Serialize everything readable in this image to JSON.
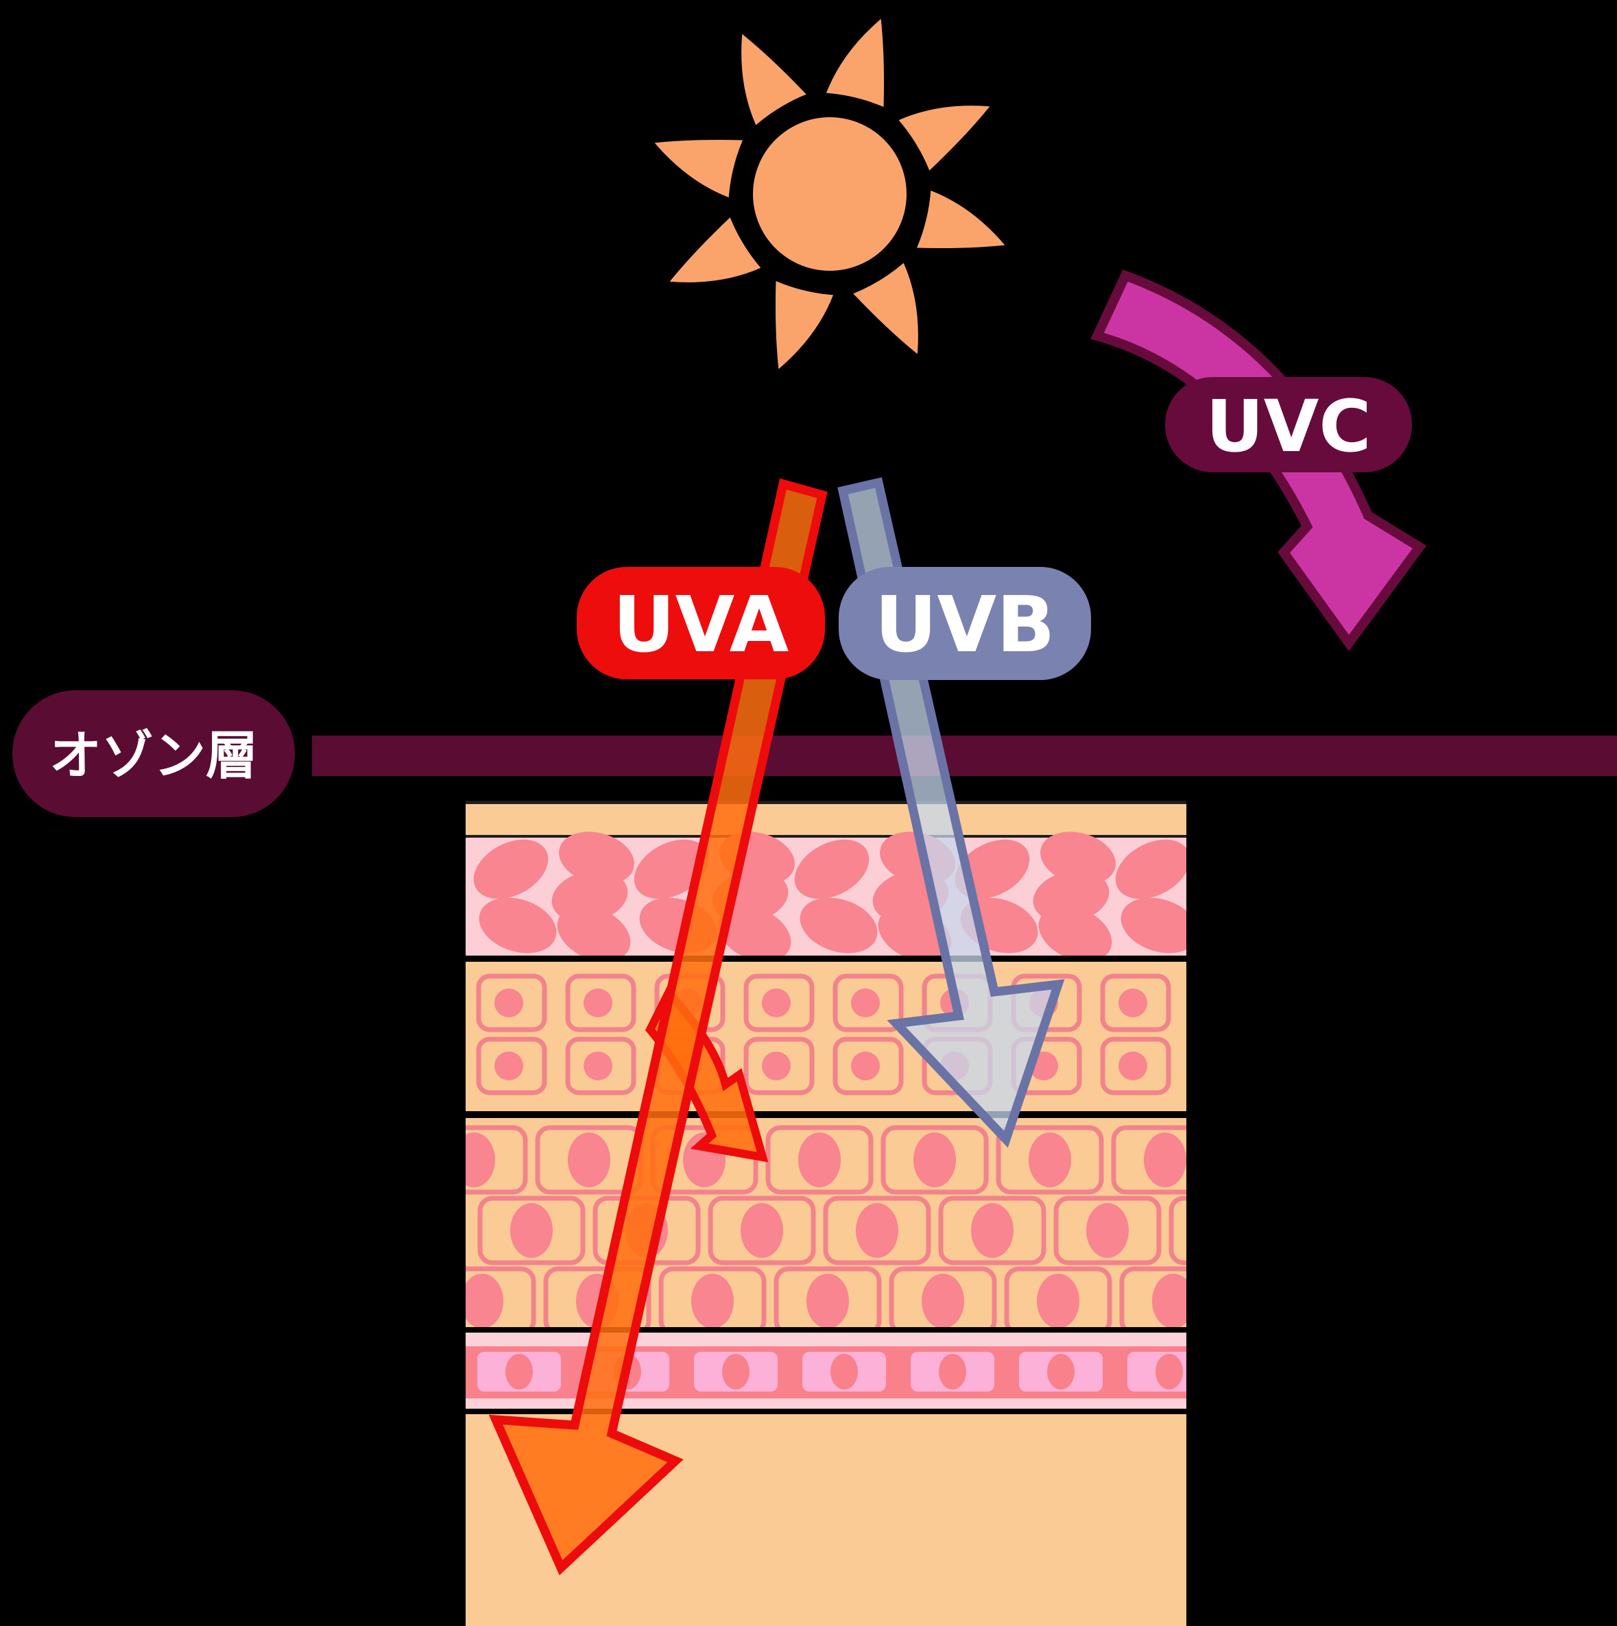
{
  "diagram": {
    "title": "UV rays penetrating ozone layer and skin",
    "labels": {
      "uva": "UVA",
      "uvb": "UVB",
      "uvc": "UVC",
      "ozone": "オゾン層"
    },
    "colors": {
      "background": "#000000",
      "sun": "#FAA46C",
      "sun_ring": "#000000",
      "ozone_bar": "#5B0C33",
      "ozone_pill": "#5B0C33",
      "label_text": "#FFFFFF",
      "uvc_arrow": "#CB35A3",
      "uvc_outline": "#670B3C",
      "uvc_pill": "#670B3C",
      "uva_arrow": "#FF6F0F",
      "uva_outline": "#ED0B0B",
      "uva_pill": "#EE0D0D",
      "uvb_arrow": "#C7D8EC",
      "uvb_outline": "#6A73A6",
      "uvb_pill": "#7A82B0",
      "skin_peach": "#FBCB95",
      "skin_pink": "#FCCFD6",
      "pink_cell": "#F8858F",
      "cell_outline": "#F2838C",
      "band": "#F9818B",
      "band_cell": "#FBB1D8",
      "strip_pink": "#FCD2DA",
      "divider": "#000000",
      "thin_line": "#1F1F1F"
    }
  }
}
